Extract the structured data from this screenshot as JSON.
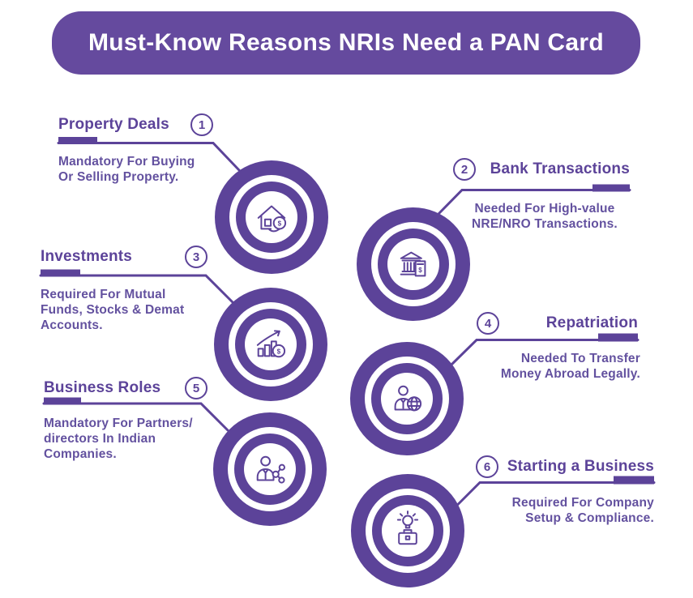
{
  "banner": {
    "title": "Must-Know Reasons NRIs Need a PAN Card"
  },
  "currency_symbol": "$",
  "colors": {
    "primary_purple": "#5c4399",
    "banner_purple": "#654a9e",
    "description_text": "#63519f",
    "background": "#ffffff"
  },
  "items": [
    {
      "number": "1",
      "title": "Property Deals",
      "icon": "house-sale-icon",
      "lines": [
        "Mandatory For Buying",
        "Or Selling Property."
      ]
    },
    {
      "number": "2",
      "title": "Bank Transactions",
      "icon": "bank-document-icon",
      "lines": [
        "Needed For High-value",
        "NRE/NRO Transactions."
      ]
    },
    {
      "number": "3",
      "title": "Investments",
      "icon": "growth-chart-coin-icon",
      "lines": [
        "Required For Mutual",
        "Funds, Stocks & Demat",
        "Accounts."
      ]
    },
    {
      "number": "4",
      "title": "Repatriation",
      "icon": "person-globe-icon",
      "lines": [
        "Needed To Transfer",
        "Money Abroad Legally."
      ]
    },
    {
      "number": "5",
      "title": "Business Roles",
      "icon": "person-network-icon",
      "lines": [
        "Mandatory For Partners/",
        "directors In Indian",
        "Companies."
      ]
    },
    {
      "number": "6",
      "title": "Starting a Business",
      "icon": "bulb-briefcase-icon",
      "lines": [
        "Required For Company",
        "Setup & Compliance."
      ]
    }
  ]
}
